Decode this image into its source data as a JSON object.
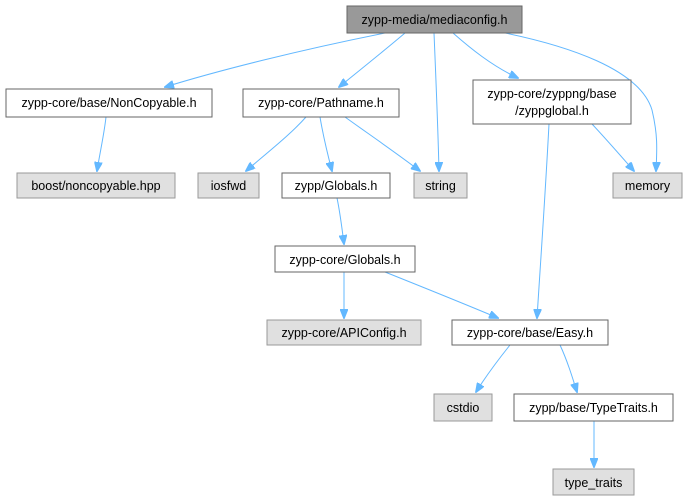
{
  "colors": {
    "root_fill": "#999999",
    "doc_fill": "#ffffff",
    "external_fill": "#e0e0e0",
    "border": "#666666",
    "external_border": "#999999",
    "edge": "#63b8ff"
  },
  "nodes": {
    "mediaconfig": {
      "label": "zypp-media/mediaconfig.h",
      "kind": "root"
    },
    "noncopyable": {
      "label": "zypp-core/base/NonCopyable.h",
      "kind": "doc"
    },
    "pathname": {
      "label": "zypp-core/Pathname.h",
      "kind": "doc"
    },
    "zyppglobal": {
      "label1": "zypp-core/zyppng/base",
      "label2": "/zyppglobal.h",
      "kind": "doc"
    },
    "boost_noncopyable": {
      "label": "boost/noncopyable.hpp",
      "kind": "external"
    },
    "iosfwd": {
      "label": "iosfwd",
      "kind": "external"
    },
    "zypp_globals": {
      "label": "zypp/Globals.h",
      "kind": "doc"
    },
    "string": {
      "label": "string",
      "kind": "external"
    },
    "memory": {
      "label": "memory",
      "kind": "external"
    },
    "core_globals": {
      "label": "zypp-core/Globals.h",
      "kind": "doc"
    },
    "apiconfig": {
      "label": "zypp-core/APIConfig.h",
      "kind": "external"
    },
    "easy": {
      "label": "zypp-core/base/Easy.h",
      "kind": "doc"
    },
    "cstdio": {
      "label": "cstdio",
      "kind": "external"
    },
    "typetraits": {
      "label": "zypp/base/TypeTraits.h",
      "kind": "doc"
    },
    "type_traits": {
      "label": "type_traits",
      "kind": "external"
    }
  },
  "edges": [
    {
      "from": "mediaconfig",
      "to": "noncopyable"
    },
    {
      "from": "mediaconfig",
      "to": "pathname"
    },
    {
      "from": "mediaconfig",
      "to": "string"
    },
    {
      "from": "mediaconfig",
      "to": "zyppglobal"
    },
    {
      "from": "mediaconfig",
      "to": "memory"
    },
    {
      "from": "noncopyable",
      "to": "boost_noncopyable"
    },
    {
      "from": "pathname",
      "to": "iosfwd"
    },
    {
      "from": "pathname",
      "to": "zypp_globals"
    },
    {
      "from": "pathname",
      "to": "string"
    },
    {
      "from": "zyppglobal",
      "to": "easy"
    },
    {
      "from": "zyppglobal",
      "to": "memory"
    },
    {
      "from": "zypp_globals",
      "to": "core_globals"
    },
    {
      "from": "core_globals",
      "to": "apiconfig"
    },
    {
      "from": "core_globals",
      "to": "easy"
    },
    {
      "from": "easy",
      "to": "cstdio"
    },
    {
      "from": "easy",
      "to": "typetraits"
    },
    {
      "from": "typetraits",
      "to": "type_traits"
    }
  ]
}
